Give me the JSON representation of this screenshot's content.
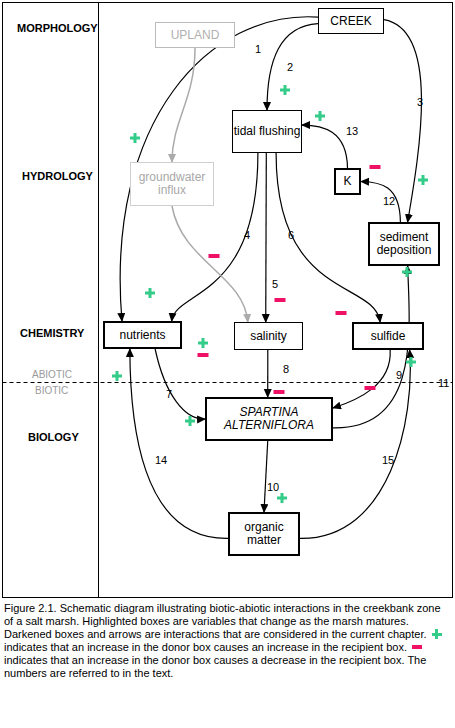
{
  "diagram": {
    "caption": "Figure 2.1. Schematic diagram illustrating biotic-abiotic interactions in the creekbank zone of a salt marsh. Highlighted boxes are variables that change as the marsh matures. Darkened boxes and arrows are interactions that are considered in the current chapter.",
    "nodes": [
      {
        "text": [
          "UPLAND"
        ]
      },
      {
        "text": [
          "CREEK"
        ]
      },
      {
        "text": [
          "tidal flushing"
        ]
      },
      {
        "text": [
          "K"
        ]
      },
      {
        "text": [
          "groundwater influx"
        ]
      },
      {
        "text": [
          "sediment deposition"
        ]
      },
      {
        "text": [
          "nutrients"
        ]
      },
      {
        "text": [
          "salinity"
        ]
      },
      {
        "text": [
          "sulfide"
        ]
      },
      {
        "text": [
          "SPARTINA ALTERNIFLORA"
        ]
      },
      {
        "text": [
          "organic matter"
        ]
      }
    ],
    "edges": [
      {
        "from": 1,
        "to": 6,
        "label": "1",
        "arrow": "to"
      },
      {
        "from": 1,
        "to": 2,
        "label": "2",
        "arrow": "to"
      },
      {
        "from": 1,
        "to": 5,
        "label": "3",
        "arrow": "to"
      },
      {
        "from": 2,
        "to": 6,
        "label": "4",
        "arrow": "to"
      },
      {
        "from": 2,
        "to": 7,
        "label": "5",
        "arrow": "to"
      },
      {
        "from": 2,
        "to": 8,
        "label": "6",
        "arrow": "to"
      },
      {
        "from": 6,
        "to": 9,
        "label": "7",
        "arrow": "to"
      },
      {
        "from": 7,
        "to": 9,
        "label": "8",
        "arrow": "to"
      },
      {
        "from": 8,
        "to": 9,
        "label": "9",
        "arrow": "to"
      },
      {
        "from": 9,
        "to": 10,
        "label": "10",
        "arrow": "to"
      },
      {
        "from": 9,
        "to": 5,
        "label": "11",
        "arrow": "to"
      },
      {
        "from": 5,
        "to": 3,
        "label": "12",
        "arrow": "to"
      },
      {
        "from": 3,
        "to": 2,
        "label": "13",
        "arrow": "to"
      },
      {
        "from": 10,
        "to": 6,
        "label": "14",
        "arrow": "to"
      },
      {
        "from": 10,
        "to": 8,
        "label": "15",
        "arrow": "to"
      },
      {
        "from": 0,
        "to": 4,
        "arrow": "to"
      },
      {
        "from": 4,
        "to": 7,
        "arrow": "to"
      }
    ],
    "labels": [
      "MORPHOLOGY",
      "HYDROLOGY",
      "CHEMISTRY",
      "BIOLOGY",
      "ABIOTIC",
      "BIOTIC",
      "The numbers are referred to in the text."
    ],
    "legend": [
      {
        "text": "indicates that an increase in the donor box causes an increase in the recipient box.",
        "color": "#33cc88"
      },
      {
        "text": "indicates that an increase in the donor box causes a decrease in the recipient box.",
        "color": "#ee1166"
      }
    ]
  }
}
